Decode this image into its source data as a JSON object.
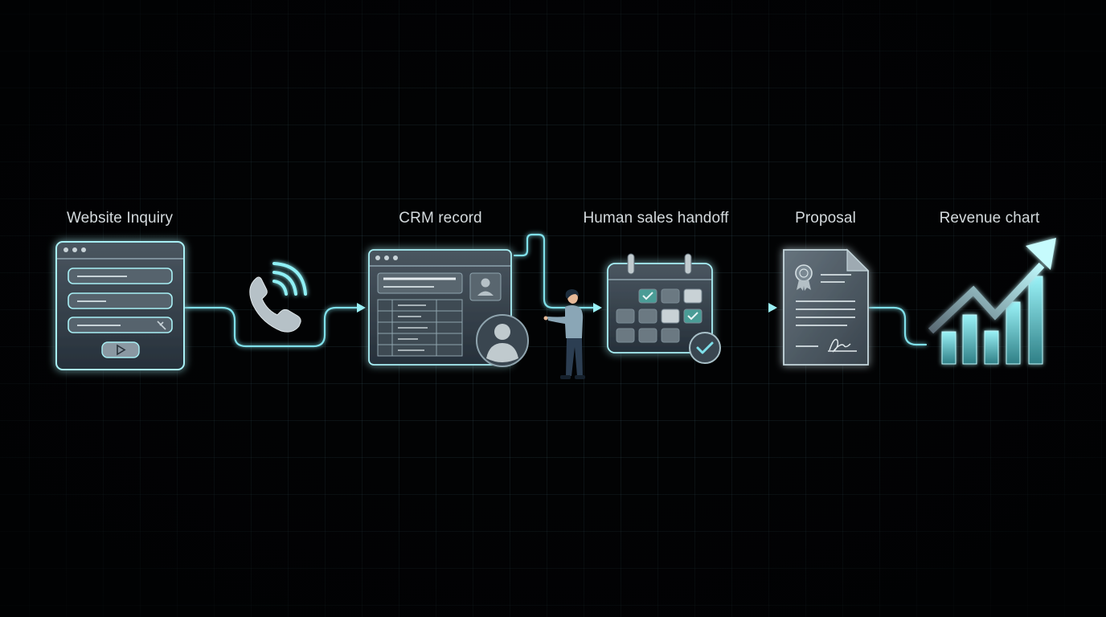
{
  "stages": [
    {
      "label": "Website Inquiry",
      "icon": "web-form-icon"
    },
    {
      "label": "CRM record",
      "icon": "crm-record-icon"
    },
    {
      "label": "Human sales handoff",
      "icon": "calendar-icon"
    },
    {
      "label": "Proposal",
      "icon": "document-icon"
    },
    {
      "label": "Revenue chart",
      "icon": "chart-icon"
    }
  ],
  "connector_icon": "phone-icon",
  "colors": {
    "background": "#020304",
    "grid": "#1a2a30",
    "accent": "#7fe0ea",
    "panel": "#3a4650",
    "panel_light": "#8a98a2",
    "text": "#d4dadd",
    "check": "#3f8f8a"
  }
}
